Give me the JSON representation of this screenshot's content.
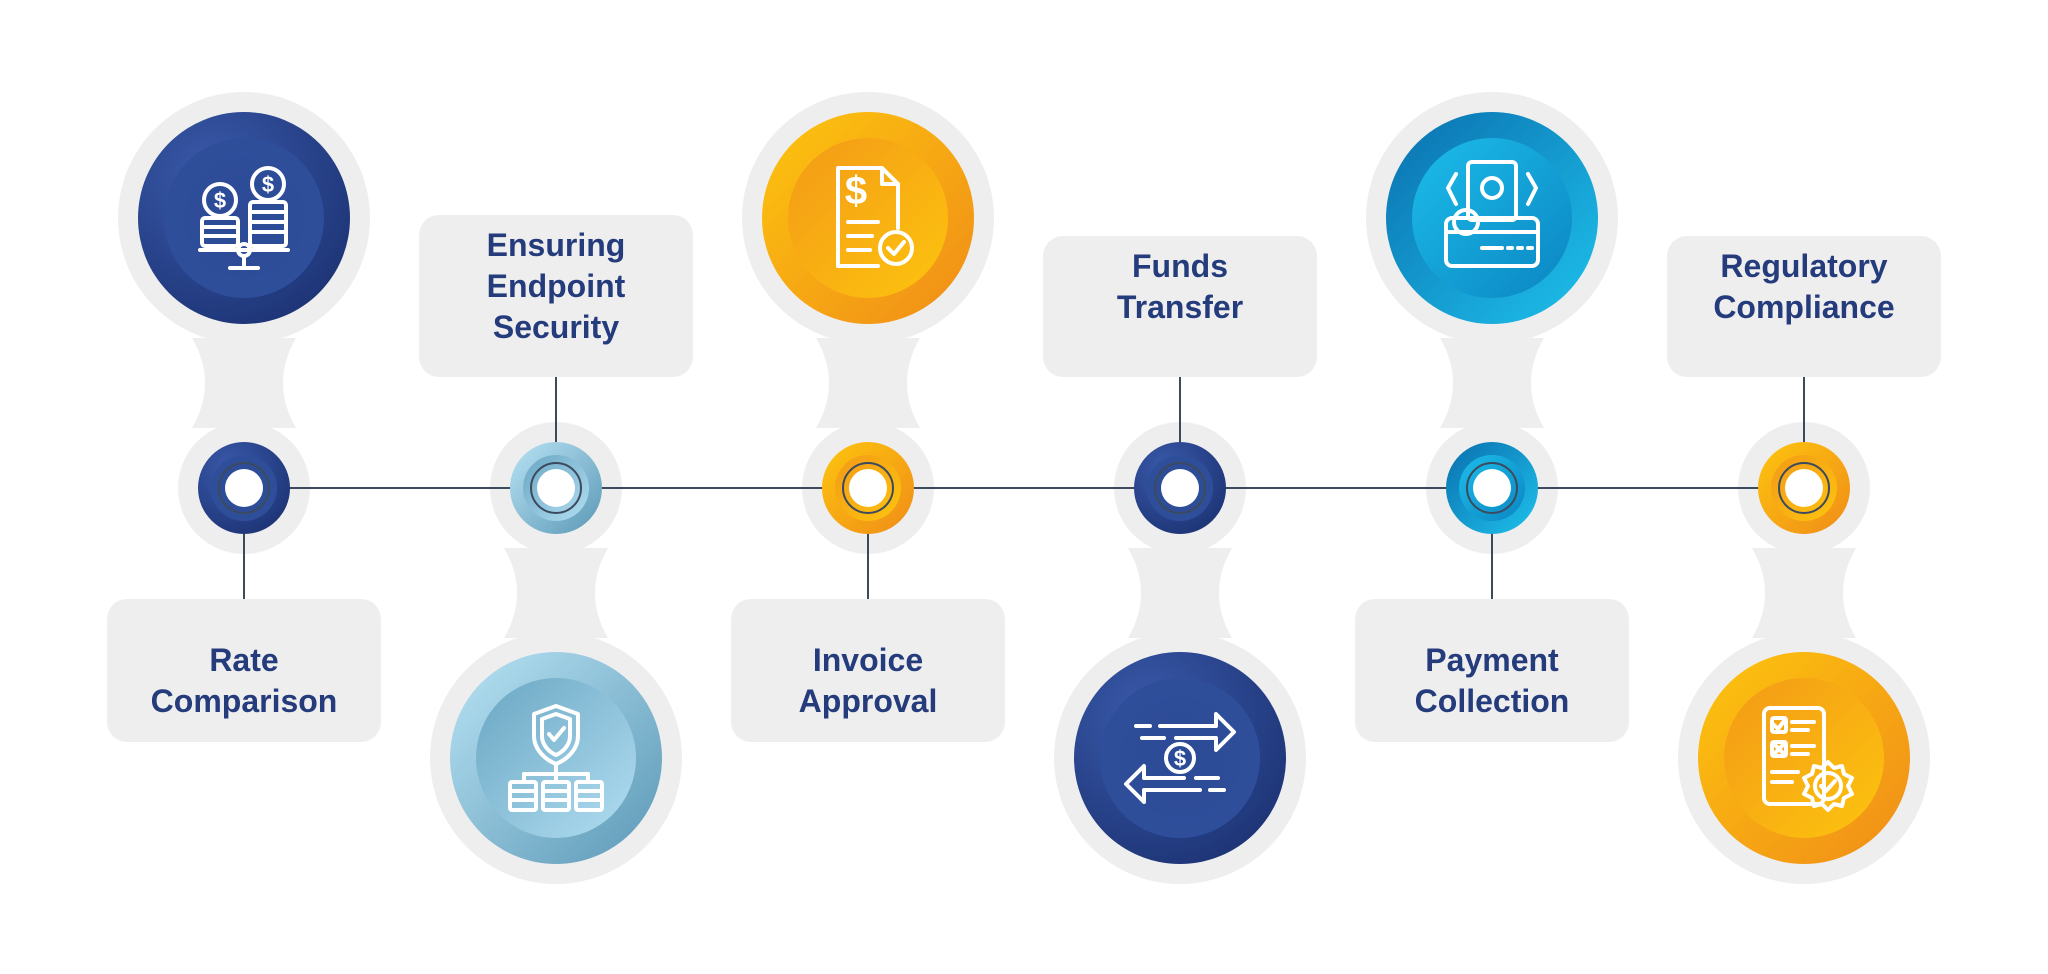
{
  "steps": [
    {
      "label_line1": "Rate",
      "label_line2": "Comparison",
      "icon": "coins-scale-icon",
      "theme": "navy",
      "big_circle": "top"
    },
    {
      "label_line1": "Ensuring Endpoint",
      "label_line2": "Security",
      "icon": "shield-network-icon",
      "theme": "lightblue",
      "big_circle": "bottom"
    },
    {
      "label_line1": "Invoice",
      "label_line2": "Approval",
      "icon": "invoice-check-icon",
      "theme": "orange",
      "big_circle": "top"
    },
    {
      "label_line1": "Funds",
      "label_line2": "Transfer",
      "icon": "dollar-exchange-icon",
      "theme": "navy",
      "big_circle": "bottom"
    },
    {
      "label_line1": "Payment",
      "label_line2": "Collection",
      "icon": "cash-card-icon",
      "theme": "cyan",
      "big_circle": "top"
    },
    {
      "label_line1": "Regulatory",
      "label_line2": "Compliance",
      "icon": "checklist-badge-icon",
      "theme": "orange",
      "big_circle": "bottom"
    }
  ],
  "colors": {
    "navy_dark": "#233f86",
    "navy_light": "#2f4f9c",
    "lightblue_dark": "#6fa9c6",
    "lightblue_light": "#aad8ee",
    "orange_dark": "#f29a16",
    "orange_light": "#fdc10d",
    "cyan_dark": "#0b7fbe",
    "cyan_light": "#19b8e6",
    "text": "#243b7c",
    "line": "#3c4a5e",
    "panel": "#efeeef"
  }
}
